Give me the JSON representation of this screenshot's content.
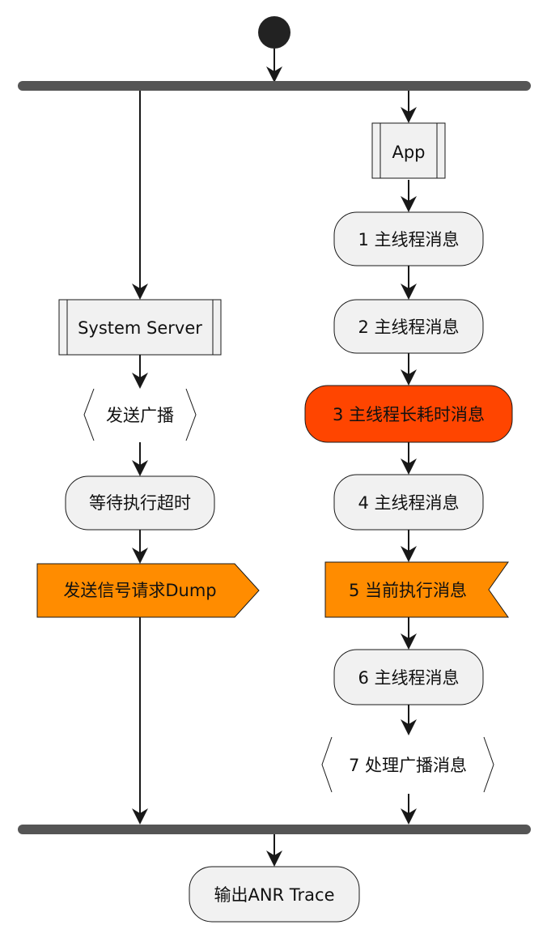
{
  "diagram": {
    "type": "activity",
    "fork_bar_color": "#555555",
    "node_fill": "#F1F1F1",
    "highlight_red": "#FF4500",
    "highlight_orange": "#FF8C00",
    "nodes": {
      "app": "App",
      "system_server": "System Server",
      "send_broadcast": "发送广播",
      "wait_timeout": "等待执行超时",
      "send_signal": "发送信号请求Dump",
      "msg1": "1 主线程消息",
      "msg2": "2 主线程消息",
      "msg3": "3 主线程长耗时消息",
      "msg4": "4 主线程消息",
      "msg5": "5 当前执行消息",
      "msg6": "6 主线程消息",
      "msg7": "7 处理广播消息",
      "output": "输出ANR Trace"
    }
  }
}
